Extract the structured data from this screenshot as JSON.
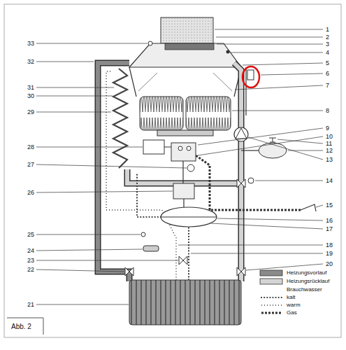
{
  "diagram": {
    "caption": "Abb. 2",
    "labels": [
      "1",
      "2",
      "3",
      "4",
      "5",
      "6",
      "7",
      "8",
      "9",
      "10",
      "11",
      "12",
      "13",
      "14",
      "15",
      "16",
      "17",
      "18",
      "19",
      "20",
      "21",
      "22",
      "23",
      "24",
      "25",
      "26",
      "27",
      "28",
      "29",
      "30",
      "31",
      "32",
      "33"
    ],
    "legend": [
      {
        "text": "Heizungsvorlauf",
        "color": "#8a8a8a"
      },
      {
        "text": "Heizungsrücklauf",
        "color": "#d4d4d4"
      },
      {
        "text": "Brauchwasser"
      },
      {
        "text": "kalt"
      },
      {
        "text": "warm"
      },
      {
        "text": "Gas"
      }
    ]
  }
}
